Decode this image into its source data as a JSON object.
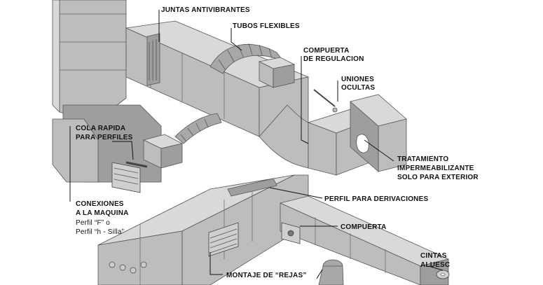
{
  "labels": {
    "juntas": "JUNTAS ANTIVIBRANTES",
    "tubos": "TUBOS FLEXIBLES",
    "compuerta_reg_1": "COMPUERTA",
    "compuerta_reg_2": "DE REGULACION",
    "uniones_1": "UNIONES",
    "uniones_2": "OCULTAS",
    "cola_1": "COLA RAPIDA",
    "cola_2": "PARA PERFILES",
    "tratamiento_1": "TRATAMIENTO",
    "tratamiento_2": "IMPERMEABILIZANTE",
    "tratamiento_3": "SOLO PARA EXTERIOR",
    "conexiones_1": "CONEXIONES",
    "conexiones_2": "A LA MAQUINA",
    "conexiones_3": "Perfil “F” o",
    "conexiones_4": "Perfil “h - Silla”",
    "perfil_deriv": "PERFIL PARA DERIVACIONES",
    "compuerta": "COMPUERTA",
    "montaje": "MONTAJE DE “REJAS”",
    "cintas_1": "CINTAS",
    "cintas_2": "ALUESC"
  }
}
